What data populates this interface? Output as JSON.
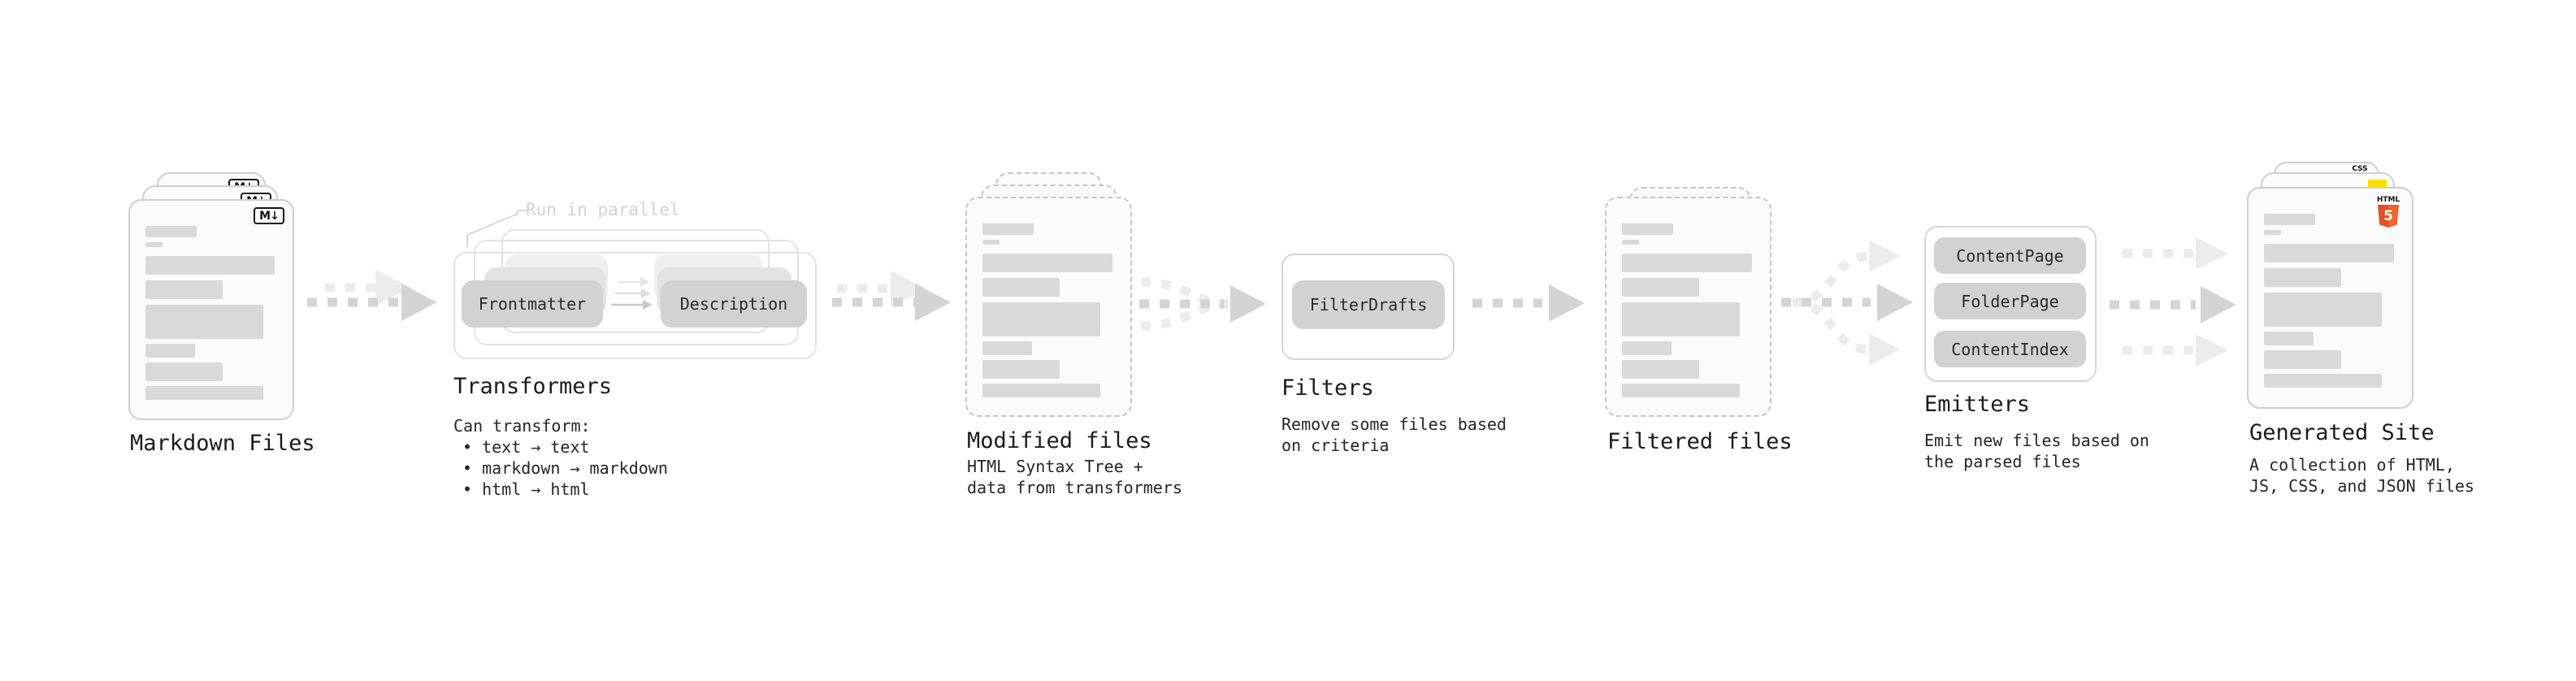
{
  "stages": {
    "markdown": {
      "title": "Markdown Files"
    },
    "transformers": {
      "annotation": "Run in parallel",
      "pill_left": "Frontmatter",
      "pill_right": "Description",
      "title": "Transformers",
      "desc": "Can transform:",
      "bullets": [
        "• text → text",
        "• markdown → markdown",
        "• html → html"
      ]
    },
    "modified": {
      "title": "Modified files",
      "desc_line1": "HTML Syntax Tree +",
      "desc_line2": "data from transformers"
    },
    "filters": {
      "pill": "FilterDrafts",
      "title": "Filters",
      "desc_line1": "Remove some files based",
      "desc_line2": "on criteria"
    },
    "filtered": {
      "title": "Filtered files"
    },
    "emitters": {
      "pill1": "ContentPage",
      "pill2": "FolderPage",
      "pill3": "ContentIndex",
      "title": "Emitters",
      "desc_line1": "Emit new files based on",
      "desc_line2": "the parsed files"
    },
    "generated": {
      "title": "Generated Site",
      "desc_line1": "A collection of HTML,",
      "desc_line2": "JS, CSS, and JSON files"
    }
  },
  "icons": {
    "markdown_badge": "M↓",
    "html5_label": "HTML",
    "html5_number": "5",
    "css_label": "CSS"
  },
  "colors": {
    "html5_orange": "#e34f26",
    "js_yellow": "#ffdf00",
    "css_blue": "#2965f1",
    "arrow_dark": "#d4d4d4",
    "arrow_light": "#ececec"
  }
}
